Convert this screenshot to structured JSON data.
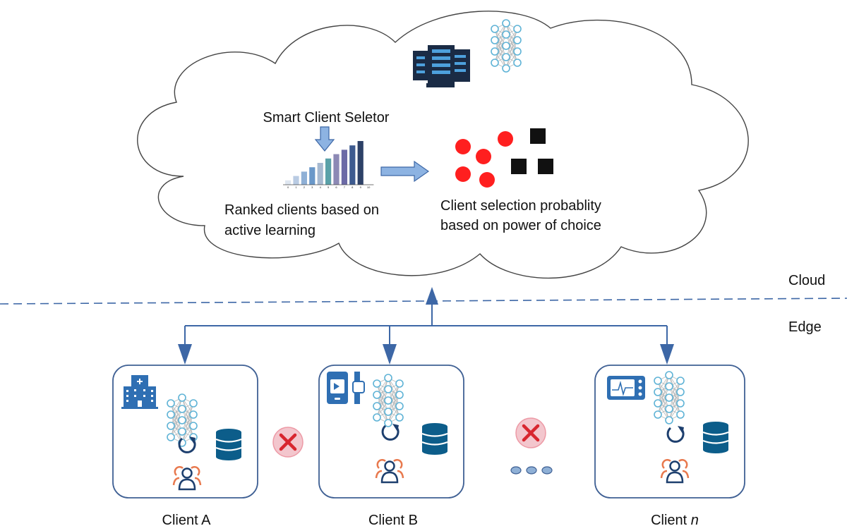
{
  "cloud": {
    "selector_title": "Smart Client Seletor",
    "ranked_line1": "Ranked clients based on",
    "ranked_line2": "active learning",
    "prob_line1": "Client selection probablity",
    "prob_line2": "based on power of choice",
    "ranking_chart_ticks": [
      "0",
      "1",
      "2",
      "3",
      "4",
      "5",
      "6",
      "7",
      "8",
      "9",
      "10"
    ]
  },
  "zones": {
    "cloud_label": "Cloud",
    "edge_label": "Edge"
  },
  "clients": [
    {
      "name": "Client A",
      "device_icon": "hospital-building-icon"
    },
    {
      "name": "Client B",
      "device_icon": "wearable-device-icon"
    },
    {
      "name_prefix": "Client ",
      "name_suffix": "n",
      "device_icon": "medical-monitor-icon"
    }
  ],
  "colors": {
    "arrow": "#3d67a6",
    "box_border": "#3f6094",
    "red_dot": "#ff1f1f",
    "cross_fill": "#f3c6cd",
    "cross_mark": "#d8262f",
    "db": "#0c5d8a",
    "user": "#e8794e",
    "nn": "#5fb3d6"
  },
  "chart_data": {
    "type": "bar",
    "title": "",
    "categories": [
      "0",
      "1",
      "2",
      "3",
      "4",
      "5",
      "6",
      "7",
      "8",
      "9",
      "10"
    ],
    "values": [
      1,
      2,
      3,
      4,
      5,
      6,
      7,
      8,
      9,
      10
    ],
    "xlabel": "",
    "ylabel": "",
    "ylim": [
      0,
      10
    ]
  }
}
